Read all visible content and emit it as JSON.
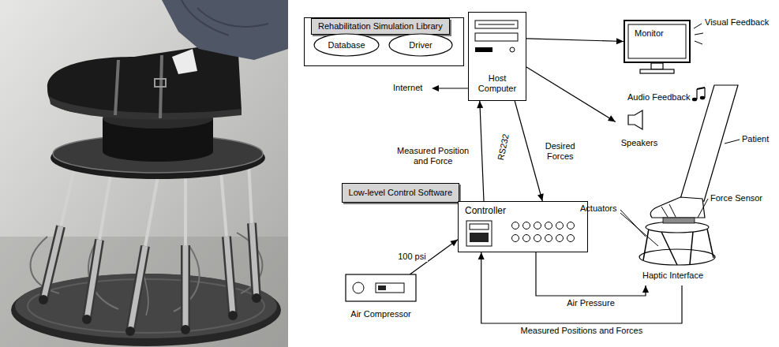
{
  "diagram": {
    "nodes": [
      {
        "text": [
          "Rehabilitation Simulation Library"
        ]
      },
      {
        "text": [
          "Database"
        ],
        "in": 0
      },
      {
        "text": [
          "Driver"
        ],
        "in": 0
      },
      {
        "text": [
          "Host Computer"
        ]
      },
      {
        "text": [
          "Monitor"
        ]
      },
      {
        "text": [
          "Speakers"
        ]
      },
      {
        "text": [
          "Low-level Control Software"
        ]
      },
      {
        "text": [
          "Controller"
        ]
      },
      {
        "text": [
          "Air Compressor"
        ]
      },
      {
        "text": [
          "Haptic Interface"
        ]
      }
    ],
    "edges": [
      {
        "from": 3,
        "to": 4,
        "arrow": "to"
      },
      {
        "from": 3,
        "to": 5,
        "arrow": "to"
      },
      {
        "from": 7,
        "to": 3,
        "label": "Measured Position and Force",
        "arrow": "to"
      },
      {
        "from": 3,
        "to": 7,
        "label": "Desired Forces",
        "arrow": "to"
      },
      {
        "from": 8,
        "to": 7,
        "label": "100 psi",
        "arrow": "to"
      },
      {
        "from": 7,
        "to": 9,
        "label": "Air Pressure",
        "arrow": "to"
      },
      {
        "from": 9,
        "to": 7,
        "label": "Measured Positions and Forces",
        "arrow": "to"
      }
    ],
    "labels": [
      "Internet",
      "Visual Feedback",
      "Audio Feedback",
      "RS232",
      "Patient",
      "Force Sensor",
      "Actuators"
    ]
  }
}
